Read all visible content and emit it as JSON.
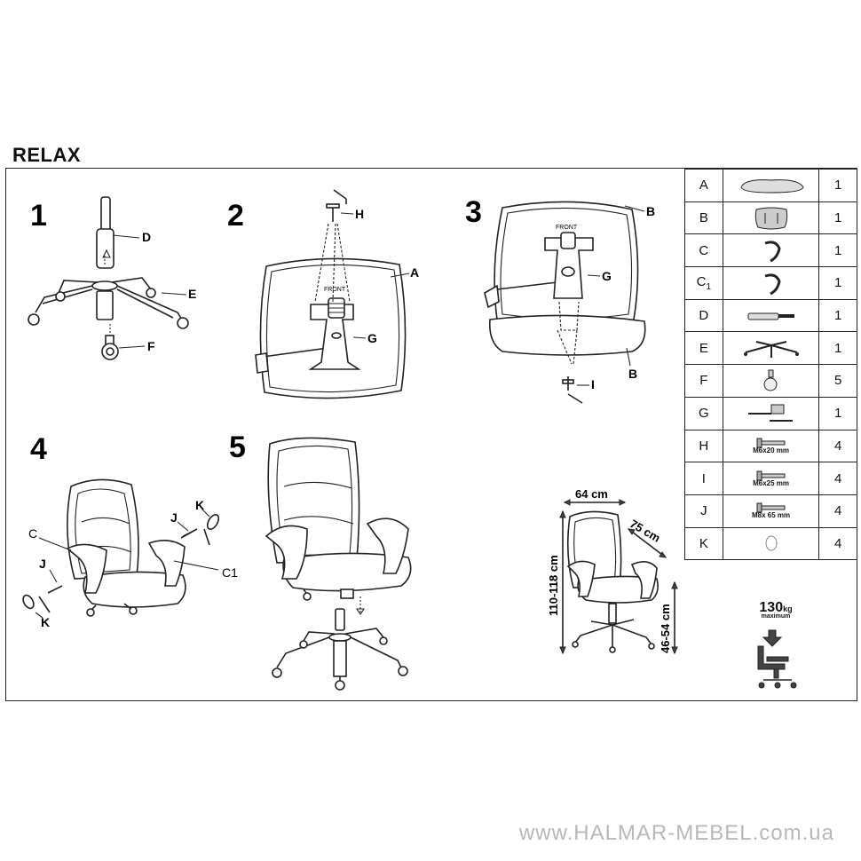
{
  "title": "RELAX",
  "steps": [
    "1",
    "2",
    "3",
    "4",
    "5"
  ],
  "callouts": {
    "s1": [
      "D",
      "E",
      "F"
    ],
    "s2": [
      "H",
      "A",
      "G"
    ],
    "s3": [
      "B",
      "G",
      "B",
      "I"
    ],
    "s2_front": "FRONT",
    "s3_front": "FRONT",
    "s4": [
      "C",
      "J",
      "K",
      "J",
      "K",
      "C1"
    ]
  },
  "parts": [
    {
      "letter": "A",
      "sub": "",
      "qty": "1",
      "icon": "seat-icon"
    },
    {
      "letter": "B",
      "sub": "",
      "qty": "1",
      "icon": "backrest-icon"
    },
    {
      "letter": "C",
      "sub": "",
      "qty": "1",
      "icon": "armrest-icon"
    },
    {
      "letter": "C",
      "sub": "1",
      "qty": "1",
      "icon": "armrest-icon"
    },
    {
      "letter": "D",
      "sub": "",
      "qty": "1",
      "icon": "gas-lift-icon"
    },
    {
      "letter": "E",
      "sub": "",
      "qty": "1",
      "icon": "star-base-icon"
    },
    {
      "letter": "F",
      "sub": "",
      "qty": "5",
      "icon": "caster-icon"
    },
    {
      "letter": "G",
      "sub": "",
      "qty": "1",
      "icon": "mechanism-icon"
    },
    {
      "letter": "H",
      "sub": "",
      "qty": "4",
      "icon": "bolt-icon",
      "spec": "M6x20 mm"
    },
    {
      "letter": "I",
      "sub": "",
      "qty": "4",
      "icon": "bolt-icon",
      "spec": "M6x25 mm"
    },
    {
      "letter": "J",
      "sub": "",
      "qty": "4",
      "icon": "bolt-icon",
      "spec": "M8x 65 mm"
    },
    {
      "letter": "K",
      "sub": "",
      "qty": "4",
      "icon": "cap-icon"
    }
  ],
  "dimensions": {
    "width": "64 cm",
    "depth": "75 cm",
    "height": "110-118 cm",
    "seat_height": "46-54 cm"
  },
  "weight": {
    "value": "130",
    "unit": "kg",
    "label": "maximum"
  },
  "footer": "www.HALMAR-MEBEL.com.ua"
}
